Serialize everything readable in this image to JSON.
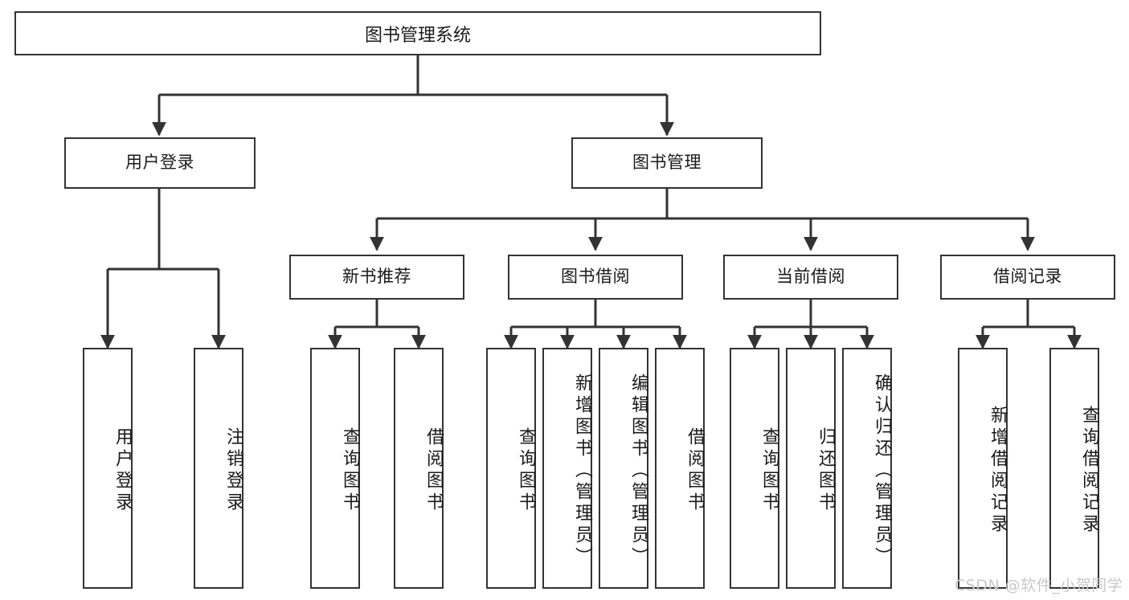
{
  "diagram": {
    "title": "图书管理系统",
    "type": "functional-structure-tree",
    "root": {
      "label": "图书管理系统"
    },
    "level2": [
      {
        "id": "user-login",
        "label": "用户登录"
      },
      {
        "id": "book-manage",
        "label": "图书管理"
      }
    ],
    "level3": [
      {
        "id": "new-book-recommend",
        "label": "新书推荐",
        "parent": "book-manage"
      },
      {
        "id": "book-borrow",
        "label": "图书借阅",
        "parent": "book-manage"
      },
      {
        "id": "current-borrow",
        "label": "当前借阅",
        "parent": "book-manage"
      },
      {
        "id": "borrow-record",
        "label": "借阅记录",
        "parent": "book-manage"
      }
    ],
    "leaves": [
      {
        "id": "leaf-user-login",
        "label": "用户登录",
        "parent": "user-login"
      },
      {
        "id": "leaf-logout",
        "label": "注销登录",
        "parent": "user-login"
      },
      {
        "id": "leaf-query-book-1",
        "label": "查询图书",
        "parent": "new-book-recommend"
      },
      {
        "id": "leaf-borrow-book-1",
        "label": "借阅图书",
        "parent": "new-book-recommend"
      },
      {
        "id": "leaf-query-book-2",
        "label": "查询图书",
        "parent": "book-borrow"
      },
      {
        "id": "leaf-add-book",
        "label": "新增图书（管理员）",
        "parent": "book-borrow"
      },
      {
        "id": "leaf-edit-book",
        "label": "编辑图书（管理员）",
        "parent": "book-borrow"
      },
      {
        "id": "leaf-borrow-book-2",
        "label": "借阅图书",
        "parent": "book-borrow"
      },
      {
        "id": "leaf-query-book-3",
        "label": "查询图书",
        "parent": "current-borrow"
      },
      {
        "id": "leaf-return-book",
        "label": "归还图书",
        "parent": "current-borrow"
      },
      {
        "id": "leaf-confirm-return",
        "label": "确认归还（管理员）",
        "parent": "current-borrow"
      },
      {
        "id": "leaf-add-record",
        "label": "新增借阅记录",
        "parent": "borrow-record"
      },
      {
        "id": "leaf-query-record",
        "label": "查询借阅记录",
        "parent": "borrow-record"
      }
    ],
    "colors": {
      "box_border": "#333333",
      "box_fill": "#ffffff",
      "edge": "#333333",
      "text": "#1a1a1a",
      "watermark": "#c9c9c9",
      "background": "#ffffff"
    }
  },
  "watermark": {
    "text": "CSDN @软件_小贺同学"
  }
}
